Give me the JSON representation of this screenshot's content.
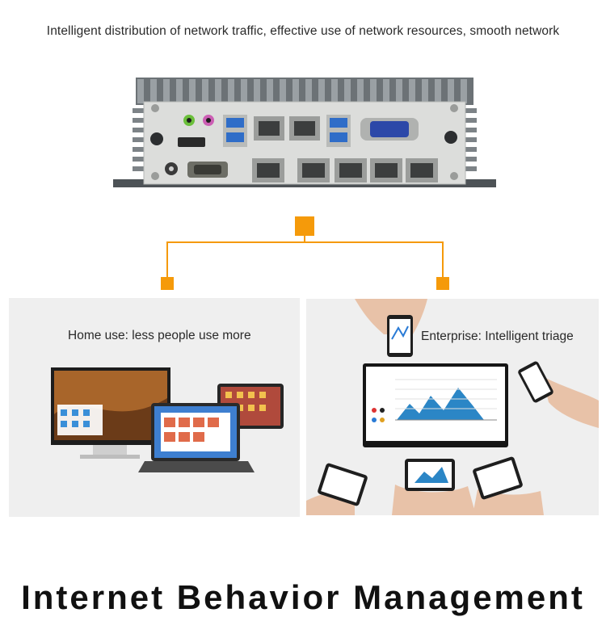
{
  "header": {
    "tagline": "Intelligent distribution of network traffic, effective use of network resources, smooth network"
  },
  "accent_color": "#f59a0a",
  "panels": {
    "home": {
      "title": "Home use: less people use more"
    },
    "enterprise": {
      "title": "Enterprise: Intelligent triage"
    }
  },
  "footer": {
    "heading": "Internet Behavior Management"
  }
}
